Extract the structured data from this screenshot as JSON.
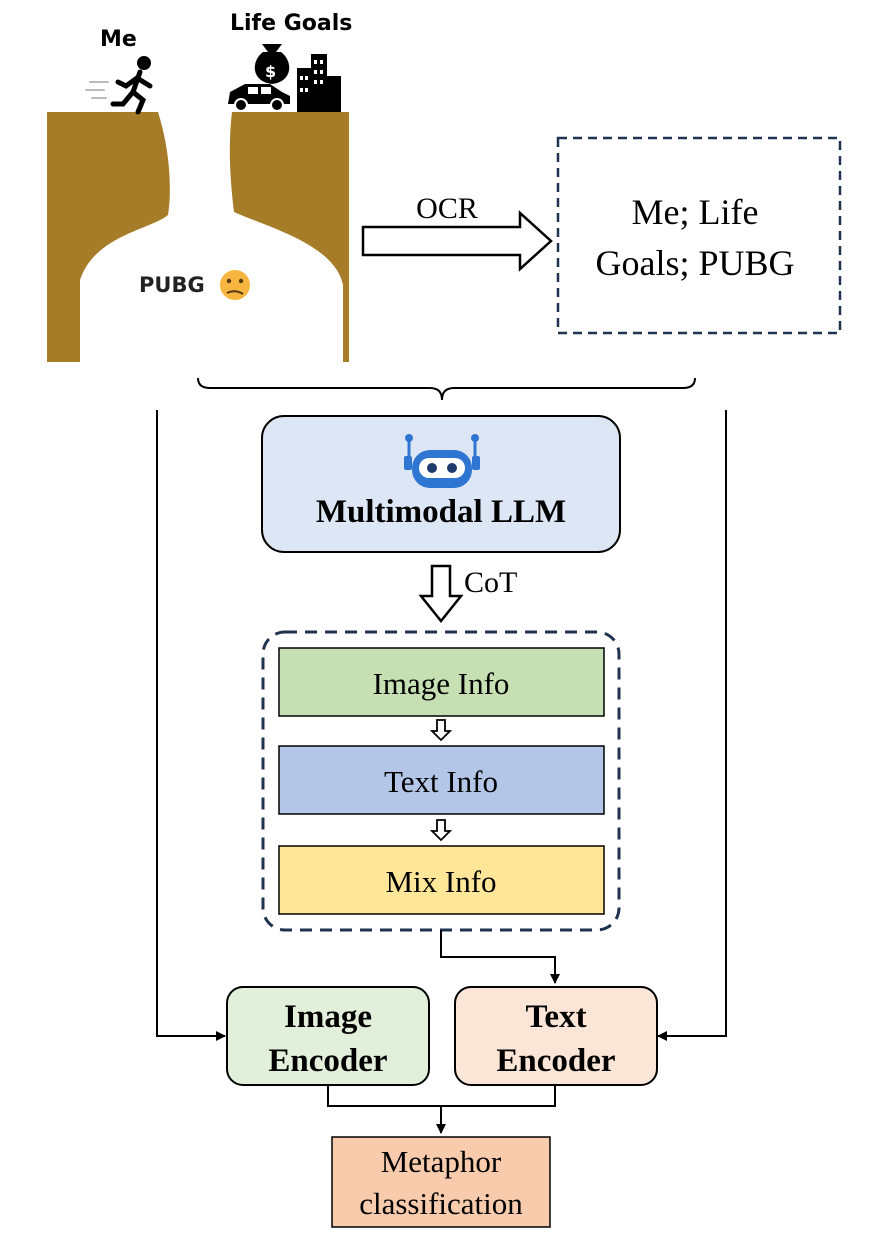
{
  "meme": {
    "label_me": "Me",
    "label_life_goals": "Life Goals",
    "label_pubg": "PUBG",
    "colors": {
      "dirt": "#a67c29",
      "hole": "#ffffff"
    }
  },
  "ocr": {
    "arrow_label": "OCR",
    "output_line1": "Me; Life",
    "output_line2": "Goals; PUBG"
  },
  "llm": {
    "title": "Multimodal LLM",
    "icon": "robot-icon",
    "color": "#dce6f4"
  },
  "cot": {
    "arrow_label": "CoT",
    "steps": [
      {
        "label": "Image Info",
        "color": "#c6e0b4"
      },
      {
        "label": "Text Info",
        "color": "#b4c6e7"
      },
      {
        "label": "Mix Info",
        "color": "#ffe699"
      }
    ]
  },
  "encoders": {
    "image_line1": "Image",
    "image_line2": "Encoder",
    "image_color": "#e2efda",
    "text_line1": "Text",
    "text_line2": "Encoder",
    "text_color": "#fbe5d6"
  },
  "output": {
    "line1": "Metaphor",
    "line2": "classification",
    "color": "#f8cbad"
  }
}
